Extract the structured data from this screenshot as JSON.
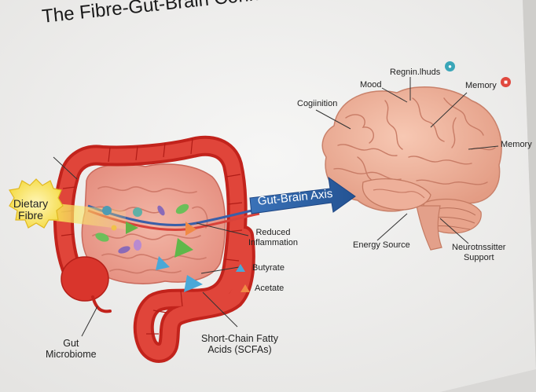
{
  "title": "The Fibre-Gut-Brain Connection",
  "dietary_fibre": [
    "Dietary",
    "Fibre"
  ],
  "gut_brain_axis": "Gut-Brain Axis",
  "brain_labels": {
    "cognition": "Cogiinition",
    "mood": "Mood",
    "regions": "Regnin.lhuds",
    "memory_top": "Memory",
    "memory_right": "Memory",
    "energy_source": "Energy Source",
    "neurotransmitter": [
      "Neurotnssitter",
      "Support"
    ]
  },
  "gut_labels": {
    "reduced_inflammation": [
      "Reduced",
      "Inflammation"
    ],
    "butyrate": "Butyrate",
    "acetate": "Acetate",
    "scfa": [
      "Short-Chain Fatty",
      "Acids (SCFAs)"
    ],
    "gut_microbiome": [
      "Gut",
      "Microbiome"
    ]
  },
  "icons": {
    "regions_badge": "brain-icon",
    "memory_badge": "memory-icon"
  },
  "colors": {
    "arrow": "#2f63a6",
    "intestine": "#d62c24",
    "brain": "#f0b39a",
    "fibre_burst": "#f6df58",
    "butyrate": "#4aa8d8",
    "acetate": "#f08a45"
  }
}
